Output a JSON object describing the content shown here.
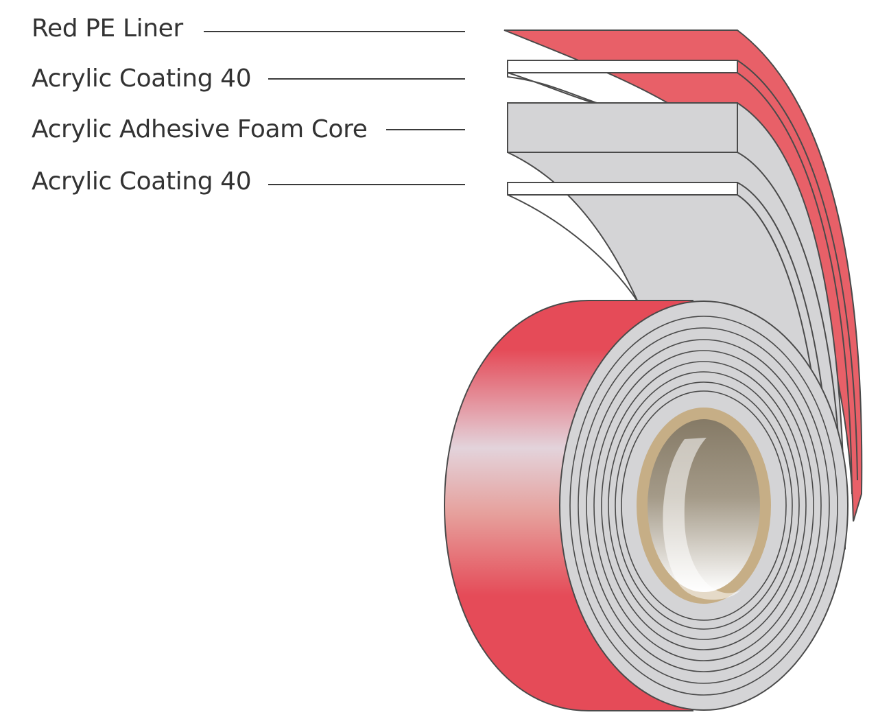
{
  "diagram": {
    "layers": [
      {
        "id": "red-pe-liner",
        "label": "Red PE Liner"
      },
      {
        "id": "acrylic-coating-top",
        "label": "Acrylic Coating 40"
      },
      {
        "id": "foam-core",
        "label": "Acrylic Adhesive Foam Core"
      },
      {
        "id": "acrylic-coating-bottom",
        "label": "Acrylic Coating 40"
      }
    ]
  },
  "colors": {
    "liner_red": "#e86068",
    "liner_red_dark": "#e54b58",
    "liner_highlight": "#e3d3db",
    "foam_grey": "#d4d4d6",
    "coating_white": "#ffffff",
    "outline": "#4a4a4a",
    "core_cardboard": "#c6ae86",
    "core_inner_dark": "#857a66",
    "label_text": "#333333"
  }
}
